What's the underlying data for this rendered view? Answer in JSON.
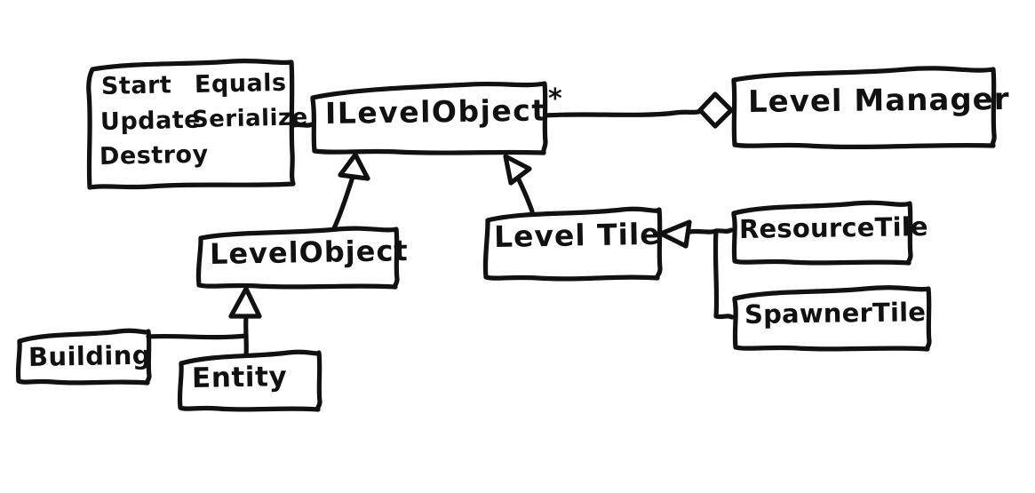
{
  "diagram": {
    "title": "Hand-drawn UML class diagram",
    "style": "hand-drawn sketch, black ink on white",
    "stroke_color": "#111111",
    "background_color": "#ffffff"
  },
  "nodes": {
    "methods_note": {
      "name": "methods-note",
      "kind": "note",
      "lines": [
        {
          "left": "Start",
          "right": "Equals"
        },
        {
          "left": "Update",
          "right": "Serialize"
        },
        {
          "left": "Destroy",
          "right": ""
        }
      ]
    },
    "ilevelobject": {
      "name": "ILevelObject",
      "label": "ILevelObject",
      "kind": "interface"
    },
    "levelmanager": {
      "name": "LevelManager",
      "label": "Level Manager",
      "kind": "class"
    },
    "levelobject": {
      "name": "LevelObject",
      "label": "LevelObject",
      "kind": "class"
    },
    "leveltile": {
      "name": "LevelTile",
      "label": "Level Tile",
      "kind": "class"
    },
    "resourcetile": {
      "name": "ResourceTile",
      "label": "ResourceTile",
      "kind": "class"
    },
    "spawnertile": {
      "name": "SpawnerTile",
      "label": "SpawnerTile",
      "kind": "class"
    },
    "building": {
      "name": "Building",
      "label": "Building",
      "kind": "class"
    },
    "entity": {
      "name": "Entity",
      "label": "Entity",
      "kind": "class"
    }
  },
  "annotations": {
    "multiplicity_star": "*"
  },
  "edges": [
    {
      "name": "note-to-ilevelobject",
      "from": "methods_note",
      "to": "ilevelobject",
      "type": "note-link"
    },
    {
      "name": "levelmanager-aggregates-ilevelobject",
      "from": "levelmanager",
      "to": "ilevelobject",
      "type": "aggregation",
      "multiplicity": "*"
    },
    {
      "name": "levelobject-implements-ilevelobject",
      "from": "levelobject",
      "to": "ilevelobject",
      "type": "generalization"
    },
    {
      "name": "leveltile-implements-ilevelobject",
      "from": "leveltile",
      "to": "ilevelobject",
      "type": "generalization"
    },
    {
      "name": "resourcetile-extends-leveltile",
      "from": "resourcetile",
      "to": "leveltile",
      "type": "generalization"
    },
    {
      "name": "spawnertile-extends-leveltile",
      "from": "spawnertile",
      "to": "leveltile",
      "type": "generalization"
    },
    {
      "name": "building-extends-levelobject",
      "from": "building",
      "to": "levelobject",
      "type": "generalization"
    },
    {
      "name": "entity-extends-levelobject",
      "from": "entity",
      "to": "levelobject",
      "type": "generalization"
    }
  ]
}
